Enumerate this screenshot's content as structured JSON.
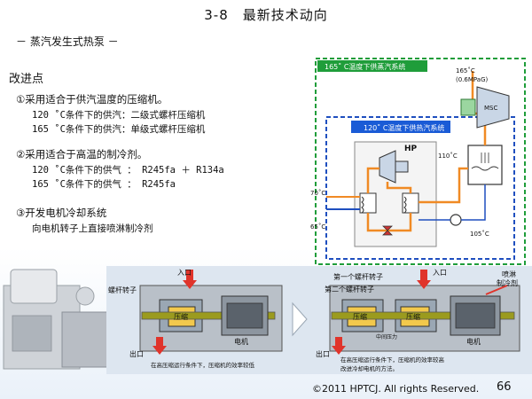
{
  "slide": {
    "title": "3-8　最新技术动向",
    "subtitle": "－ 蒸汽发生式热泵 －",
    "section_heading": "改进点",
    "items": [
      {
        "head": "①采用适合于供汽温度的压缩机。",
        "lines": [
          "120 ˚C条件下的供汽：二级式螺杆压缩机",
          "165 ˚C条件下的供汽：单级式螺杆压缩机"
        ]
      },
      {
        "head": "②采用适合于高温的制冷剂。",
        "lines": [
          "120 ˚C条件下的供气 ： R245fa ＋ R134a",
          "165 ˚C条件下的供气 ： R245fa"
        ]
      },
      {
        "head": "③开发电机冷却系统",
        "lines": [
          "向电机转子上直接喷淋制冷剂"
        ]
      }
    ],
    "copyright": "©2011 HPTCJ. All rights Reserved.",
    "page_number": "66"
  },
  "system_diagram": {
    "outer_label": "165˚ C温度下供蒸汽系统",
    "inner_label": "120˚ C温度下供热汽系统",
    "hp_label": "HP",
    "msc_label": "MSC",
    "temp_165": "165˚C",
    "pressure": "(0.6MPaG)",
    "temp_110": "110˚C",
    "temp_70": "70˚C",
    "temp_65": "65˚C",
    "temp_105": "105˚C"
  },
  "compressor_diagram": {
    "left": {
      "inlet": "入口",
      "outlet": "出口",
      "rotor": "螺杆转子",
      "compressor": "压缩",
      "motor": "电机",
      "caption": "在高压缩运行条件下，压缩机的效率较低"
    },
    "right": {
      "inlet": "入口",
      "outlet": "出口",
      "rotor1": "第一个螺杆转子",
      "rotor2": "第二个螺杆转子",
      "stage1": "压缩",
      "stage2": "压缩",
      "mid_pressure": "中间压力",
      "motor": "电机",
      "spray": "喷淋",
      "spray2": "制冷剂",
      "caption1": "在高压缩运行条件下，压缩机的效率较高",
      "caption2": "改进冷却电机的方法。"
    }
  },
  "colors": {
    "green_border": "#1f9d3a",
    "blue_border": "#1f4fbf",
    "header_blue": "#1a5bd6",
    "orange": "#f08a24",
    "rotor_yellow": "#f2c94c",
    "shaft_olive": "#9b9b1e",
    "panel_bg": "#dde6f0"
  }
}
